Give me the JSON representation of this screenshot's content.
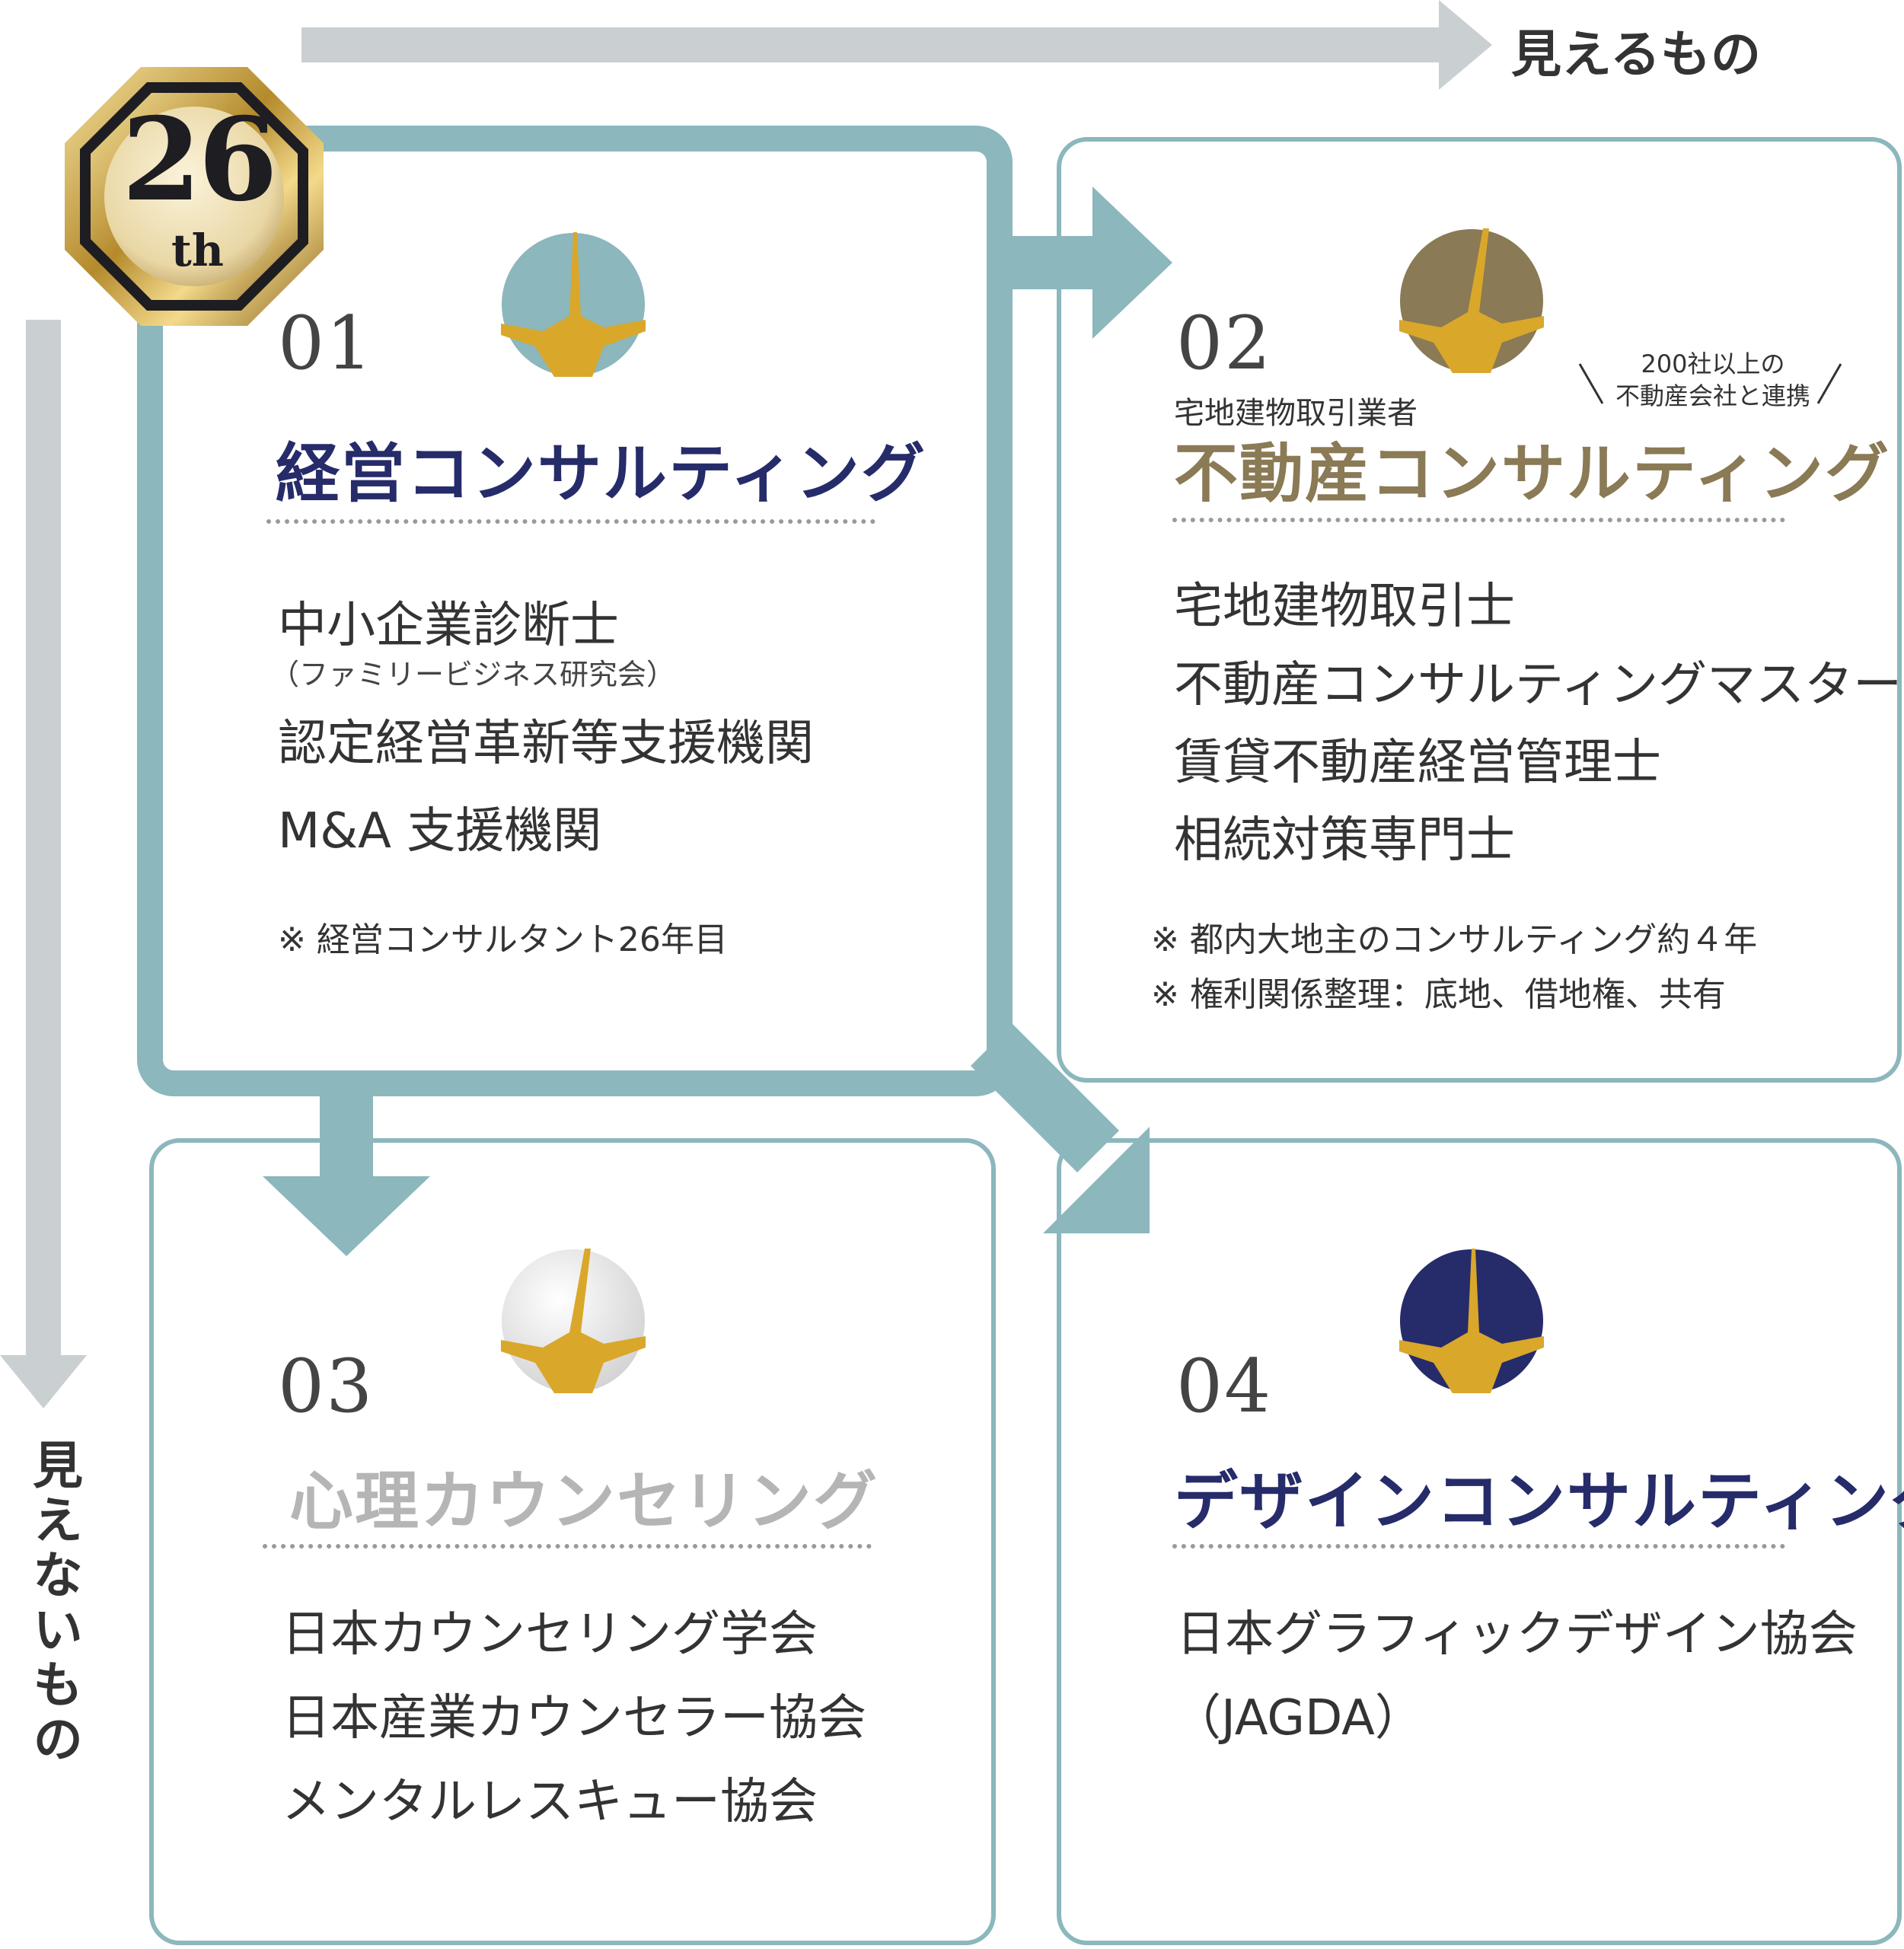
{
  "axes": {
    "horizontal_label": "見えるもの",
    "vertical_label": "見えないもの"
  },
  "badge": {
    "number": "26",
    "suffix": "th"
  },
  "colors": {
    "teal": "#8bb7bd",
    "navy": "#262b6a",
    "gold": "#8a7a55",
    "grey_text": "#b5b5b5",
    "arrow_grey": "#cacfd1"
  },
  "cards": [
    {
      "number": "01",
      "title": "経営コンサルティング",
      "items": [
        {
          "text": "中小企業診断士",
          "sub": "（ファミリービジネス研究会）"
        },
        {
          "text": "認定経営革新等支援機関"
        },
        {
          "text": "M&A 支援機関"
        }
      ],
      "notes": [
        "※ 経営コンサルタント26年目"
      ]
    },
    {
      "number": "02",
      "pre_title": "宅地建物取引業者",
      "callout": [
        "200社以上の",
        "不動産会社と連携"
      ],
      "title": "不動産コンサルティング",
      "items": [
        {
          "text": "宅地建物取引士"
        },
        {
          "text": "不動産コンサルティングマスター"
        },
        {
          "text": "賃貸不動産経営管理士"
        },
        {
          "text": "相続対策専門士"
        }
      ],
      "notes": [
        "※ 都内大地主のコンサルティング約４年",
        "※ 権利関係整理：底地、借地権、共有"
      ]
    },
    {
      "number": "03",
      "title": "心理カウンセリング",
      "items": [
        {
          "text": "日本カウンセリング学会"
        },
        {
          "text": "日本産業カウンセラー協会"
        },
        {
          "text": "メンタルレスキュー協会"
        }
      ],
      "notes": []
    },
    {
      "number": "04",
      "title": "デザインコンサルティング",
      "items": [
        {
          "text": "日本グラフィックデザイン協会"
        },
        {
          "text": "（JAGDA）"
        }
      ],
      "notes": []
    }
  ]
}
